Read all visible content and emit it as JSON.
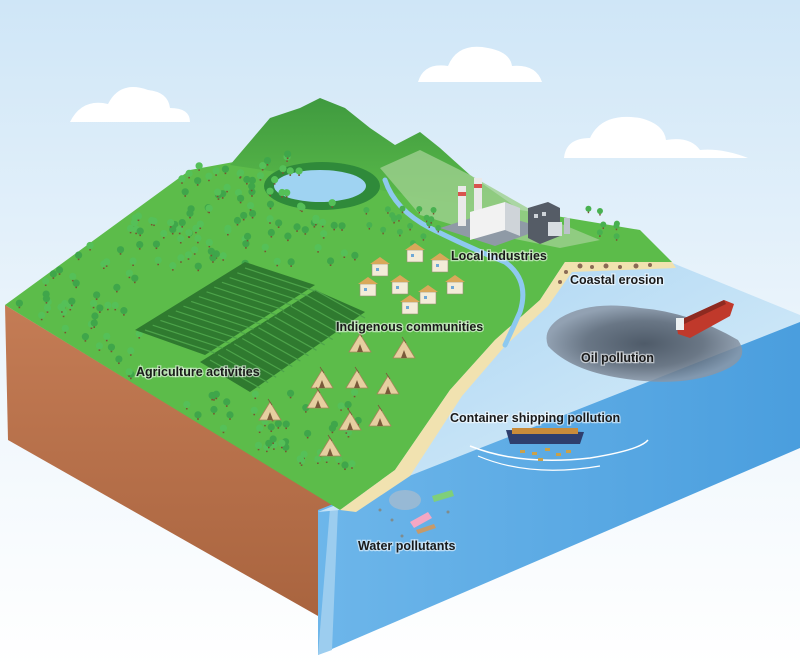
{
  "labels": {
    "local_industries": "Local industries",
    "coastal_erosion": "Coastal erosion",
    "indigenous_communities": "Indigenous communities",
    "oil_pollution": "Oil pollution",
    "agriculture_activities": "Agriculture activities",
    "container_shipping_pollution": "Container shipping pollution",
    "water_pollutants": "Water pollutants"
  },
  "colors": {
    "sky_top": "#cfe6f7",
    "land": "#5cbc4a",
    "mountain": "#3f9a3f",
    "soil": "#b8724e",
    "sea_side": "#63aee6",
    "sea_surface": "#bfe0f6",
    "sand": "#f1e2b0",
    "oil": "#4a5563",
    "ship_hull": "#c0392b"
  },
  "icons": [
    "factory-icon",
    "house-icon",
    "teepee-icon",
    "tree-icon",
    "oil-tanker-icon",
    "container-ship-icon",
    "bottle-icon",
    "cloud-icon"
  ]
}
